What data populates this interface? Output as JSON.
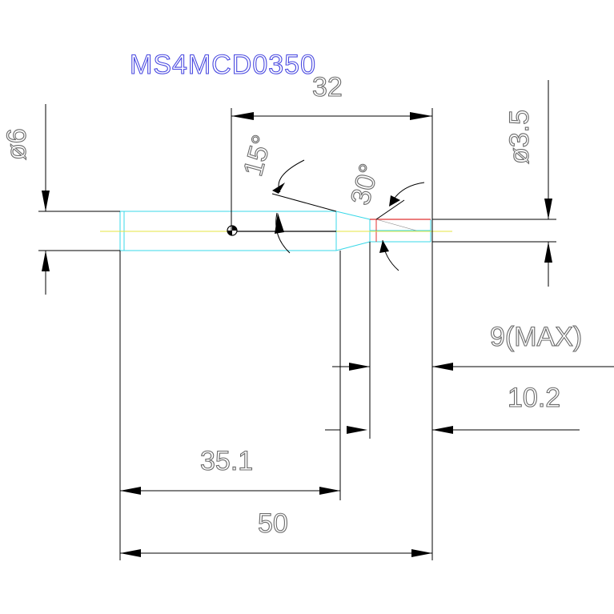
{
  "part_number": "MS4MCD0350",
  "dimensions": {
    "overall_length": "32",
    "tip_diameter": "ø3.5",
    "shank_diameter": "ø6",
    "angle_body": "15°",
    "angle_tip": "30°",
    "tip_max_length": "9(MAX)",
    "tip_section_length": "10.2",
    "body_length": "35.1",
    "total_length": "50"
  },
  "colors": {
    "background": "#ffffff",
    "dimension_lines": "#000000",
    "part_outline": "#38d8e8",
    "center_line": "#e6e640",
    "tip_red": "#e03030",
    "title_text": "#4a4ae0",
    "dim_text": "#6a6a6a"
  }
}
